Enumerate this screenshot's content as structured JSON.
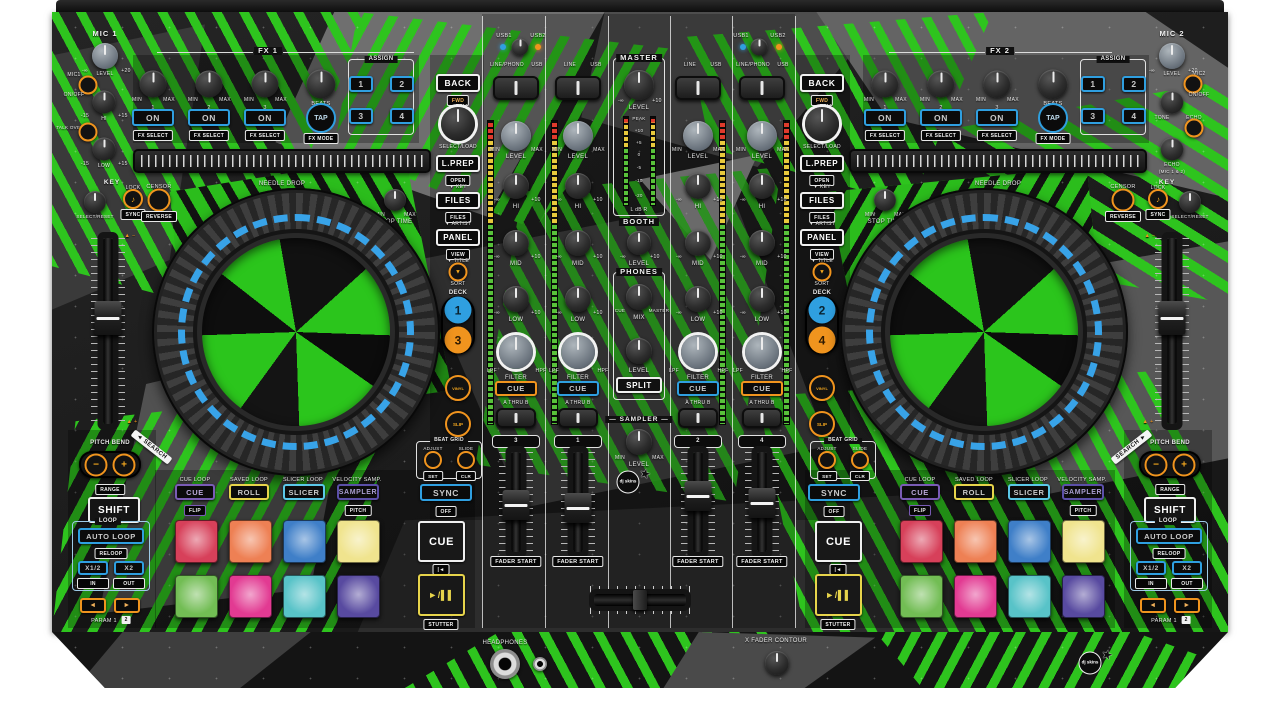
{
  "accents": {
    "blue": "#2f9fe0",
    "orange": "#f0941e",
    "yellow": "#e7d44b",
    "purple": "#7a5bb5",
    "cyan": "#5bc8e8",
    "indigo": "#5b4fa8",
    "green": "#2ec41e"
  },
  "decks": [
    {
      "mic": {
        "title": "MIC 1",
        "min": "-∞",
        "level": "LEVEL",
        "max": "+20",
        "name": "MIC1",
        "onoff": "ON/OFF",
        "hi_min": "-15",
        "hi": "HI",
        "hi_max": "+15",
        "talk": "TALK OVER",
        "low_min": "-15",
        "low": "LOW",
        "low_max": "+15"
      },
      "key": {
        "title": "KEY",
        "select": "SELECT/RESET",
        "lock": "LOCK",
        "lock_icon": "♪",
        "sync": "SYNC",
        "censor": "CENSOR",
        "reverse": "REVERSE"
      },
      "fx": {
        "title": "FX 1",
        "min": "MIN",
        "max": "MAX",
        "n1": "1",
        "n2": "2",
        "n3": "3",
        "beats": "BEATS",
        "on": "ON",
        "tap": "TAP",
        "select": "FX SELECT",
        "mode": "FX MODE",
        "assign": "ASSIGN",
        "a1": "1",
        "a2": "2",
        "a3": "3",
        "a4": "4"
      },
      "nav": {
        "back": "BACK",
        "fwd": "FWD",
        "fwd_sub": "▼ BPM",
        "load": "SELECT/LOAD",
        "lprep": "L.PREP",
        "open": "OPEN",
        "open_sub": "▼ KEY",
        "files": "FILES",
        "files_b": "FILES",
        "files_sub": "▼ ARTIST",
        "panel": "PANEL",
        "view": "VIEW",
        "view_sub": "▼ TITLE",
        "sort": "SORT",
        "sort_icon": "▼",
        "deck": "DECK",
        "d1": "1",
        "d2": "3",
        "vinyl": "VINYL",
        "slip": "SLIP"
      },
      "grid": {
        "title": "BEAT GRID",
        "adjust": "ADJUST",
        "slide": "SLIDE",
        "set": "SET",
        "clr": "CLR"
      },
      "sync": "SYNC",
      "off": "OFF",
      "strip": {
        "needle": "NEEDLE DROP",
        "min": "MIN",
        "max": "MAX",
        "stop": "STOP TIME",
        "search": "◄ SEARCH"
      },
      "pitch": {
        "label": "PITCH BEND",
        "minus": "−",
        "plus": "+",
        "range": "RANGE",
        "shift": "SHIFT",
        "take_top": "▲ −",
        "take_bot": "▲ +"
      },
      "loop": {
        "title": "LOOP",
        "auto": "AUTO LOOP",
        "reloop": "RELOOP",
        "x12": "X1/2",
        "x2": "X2",
        "in": "IN",
        "out": "OUT",
        "prev": "◄",
        "next": "►",
        "param": "PARAM 1",
        "param2": "2"
      },
      "modes": {
        "h1": "CUE LOOP",
        "b1": "CUE",
        "s1": "FLIP",
        "h2": "SAVED LOOP",
        "b2": "ROLL",
        "h3": "SLICER LOOP",
        "b3": "SLICER",
        "h4": "VELOCITY SAMP.",
        "b4": "SAMPLER",
        "s4": "PITCH"
      },
      "pads": [
        "#d7405a",
        "#ee8054",
        "#3f7fc8",
        "#f0e48e",
        "#72bd54",
        "#e23a92",
        "#58c3c8",
        "#584aa0"
      ],
      "cue": "CUE",
      "cue_sub": "|◄",
      "play": "►/▌▌",
      "stutter": "STUTTER"
    },
    {
      "mic": {
        "title": "MIC 2",
        "min": "-∞",
        "level": "LEVEL",
        "max": "+20",
        "name": "MIC2",
        "onoff": "ON/OFF",
        "tone": "TONE",
        "echo_lbl": "ECHO",
        "echo": "ECHO",
        "echo_sub": "(MIC 1 & 2)"
      },
      "key": {
        "title": "KEY",
        "select": "SELECT/RESET",
        "lock": "LOCK",
        "lock_icon": "♪",
        "sync": "SYNC",
        "censor": "CENSOR",
        "reverse": "REVERSE"
      },
      "fx": {
        "title": "FX 2",
        "min": "MIN",
        "max": "MAX",
        "n1": "1",
        "n2": "2",
        "n3": "3",
        "beats": "BEATS",
        "on": "ON",
        "tap": "TAP",
        "select": "FX SELECT",
        "mode": "FX MODE",
        "assign": "ASSIGN",
        "a1": "1",
        "a2": "2",
        "a3": "3",
        "a4": "4"
      },
      "nav": {
        "back": "BACK",
        "fwd": "FWD",
        "fwd_sub": "▼ BPM",
        "load": "SELECT/LOAD",
        "lprep": "L.PREP",
        "open": "OPEN",
        "open_sub": "▼ KEY",
        "files": "FILES",
        "files_b": "FILES",
        "files_sub": "▼ ARTIST",
        "panel": "PANEL",
        "view": "VIEW",
        "view_sub": "▼ TITLE",
        "sort": "SORT",
        "sort_icon": "▼",
        "deck": "DECK",
        "d1": "2",
        "d2": "4",
        "vinyl": "VINYL",
        "slip": "SLIP"
      },
      "grid": {
        "title": "BEAT GRID",
        "adjust": "ADJUST",
        "slide": "SLIDE",
        "set": "SET",
        "clr": "CLR"
      },
      "sync": "SYNC",
      "off": "OFF",
      "strip": {
        "needle": "NEEDLE DROP",
        "min": "MIN",
        "max": "MAX",
        "stop": "STOP TIME",
        "search": "SEARCH ►"
      },
      "pitch": {
        "label": "PITCH BEND",
        "minus": "−",
        "plus": "+",
        "range": "RANGE",
        "shift": "SHIFT",
        "take_top": "▲ −",
        "take_bot": "▲ +"
      },
      "loop": {
        "title": "LOOP",
        "auto": "AUTO LOOP",
        "reloop": "RELOOP",
        "x12": "X1/2",
        "x2": "X2",
        "in": "IN",
        "out": "OUT",
        "prev": "◄",
        "next": "►",
        "param": "PARAM 1",
        "param2": "2"
      },
      "modes": {
        "h1": "CUE LOOP",
        "b1": "CUE",
        "s1": "FLIP",
        "h2": "SAVED LOOP",
        "b2": "ROLL",
        "h3": "SLICER LOOP",
        "b3": "SLICER",
        "h4": "VELOCITY SAMP.",
        "b4": "SAMPLER",
        "s4": "PITCH"
      },
      "pads": [
        "#d7405a",
        "#ee8054",
        "#3f7fc8",
        "#f0e48e",
        "#72bd54",
        "#e23a92",
        "#58c3c8",
        "#584aa0"
      ],
      "cue": "CUE",
      "cue_sub": "|◄",
      "play": "►/▌▌",
      "stutter": "STUTTER"
    }
  ],
  "mixer": {
    "usb": {
      "u1": "USB1",
      "u2": "USB2"
    },
    "ch": {
      "level": "LEVEL",
      "min": "MIN",
      "max": "MAX",
      "eq_min": "-∞",
      "eq_max": "+10",
      "hi": "HI",
      "mid": "MID",
      "low": "LOW",
      "lpf": "LPF",
      "hpf": "HPF",
      "filter": "FILTER",
      "cue": "CUE",
      "xf": "A THRU B",
      "fader_start": "FADER START"
    },
    "channels": [
      {
        "num": "3",
        "in_left": "LINE/PHONO",
        "in_right": "USB",
        "cue_color": "#f0941e"
      },
      {
        "num": "1",
        "in_left": "LINE",
        "in_right": "USB",
        "cue_color": "#2f9fe0"
      },
      {
        "num": "2",
        "in_left": "LINE",
        "in_right": "USB",
        "cue_color": "#2f9fe0"
      },
      {
        "num": "4",
        "in_left": "LINE/PHONO",
        "in_right": "USB",
        "cue_color": "#f0941e"
      }
    ],
    "master": {
      "title": "MASTER",
      "level": "LEVEL",
      "min": "-∞",
      "max": "+10",
      "scale": [
        "PEAK",
        "+10",
        "+5",
        "0",
        "-5",
        "-10",
        "-20"
      ],
      "footer": "L   dB   R"
    },
    "booth": {
      "title": "BOOTH",
      "level": "LEVEL",
      "min": "-∞",
      "max": "+10"
    },
    "phones": {
      "title": "PHONES",
      "cue": "CUE",
      "master": "MASTER",
      "mix": "MIX",
      "level": "LEVEL",
      "split": "SPLIT"
    },
    "sampler": {
      "title": "— SAMPLER —",
      "min": "MIN",
      "max": "MAX",
      "level": "LEVEL"
    },
    "front": {
      "headphones": "HEADPHONES",
      "xfader": "X FADER CONTOUR"
    },
    "logo": "dj skins",
    "logo_star": "★"
  }
}
